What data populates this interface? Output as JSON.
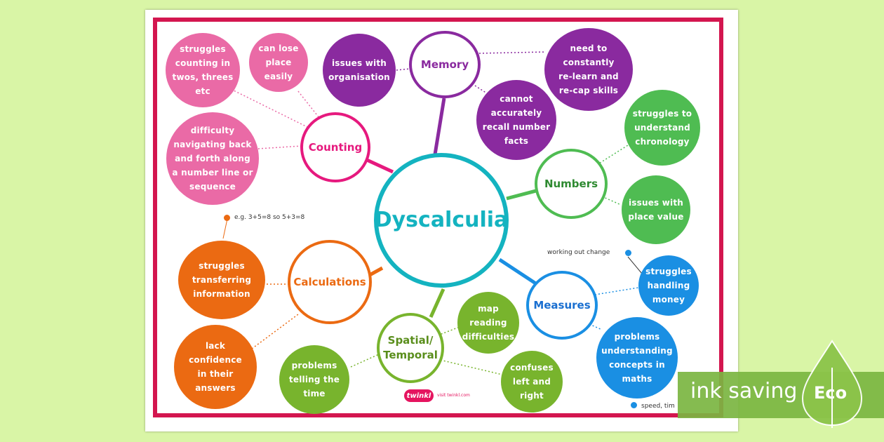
{
  "title": "Dyscalculia",
  "colors": {
    "background": "#d9f5a6",
    "frame": "#d3164f",
    "center": "#14b3c0",
    "memory": "#8a2a9f",
    "counting": "#e6197e",
    "pink_bubble": "#ea6aa6",
    "numbers": "#4fbc52",
    "measures": "#1a8fe3",
    "calculations": "#eb6a12",
    "spatial": "#78b42d"
  },
  "categories": [
    {
      "key": "memory",
      "label": "Memory",
      "icon": null
    },
    {
      "key": "counting",
      "label": "Counting"
    },
    {
      "key": "numbers",
      "label": "Numbers"
    },
    {
      "key": "measures",
      "label": "Measures"
    },
    {
      "key": "calculations",
      "label": "Calculations"
    },
    {
      "key": "spatial",
      "label": "Spatial/\nTemporal"
    }
  ],
  "details": {
    "memory_1": "issues with\norganisation",
    "memory_2": "need to\nconstantly\nre-learn and\nre-cap skills",
    "memory_3": "cannot\naccurately\nrecall number\nfacts",
    "counting_1": "struggles\ncounting in\ntwos, threes\netc",
    "counting_2": "can lose\nplace\neasily",
    "counting_3": "difficulty\nnavigating back\nand forth along\na number line or\nsequence",
    "numbers_1": "struggles to\nunderstand\nchronology",
    "numbers_2": "issues with\nplace value",
    "measures_1": "struggles\nhandling\nmoney",
    "measures_2": "problems\nunderstanding\nconcepts in\nmaths",
    "calculations_1": "struggles\ntransferring\ninformation",
    "calculations_2": "lack\nconfidence\nin their\nanswers",
    "spatial_1": "map reading\ndifficulties",
    "spatial_2": "problems\ntelling the\ntime",
    "spatial_3": "confuses\nleft and\nright"
  },
  "notes": {
    "calc_example": "e.g. 3+5=8 so 5+3=8",
    "measures_change": "working out change",
    "measures_speed": "speed, tim"
  },
  "branding": {
    "logo": "twinkl",
    "url": "visit twinkl.com"
  },
  "eco_banner": {
    "text": "ink saving",
    "badge": "Eco"
  }
}
